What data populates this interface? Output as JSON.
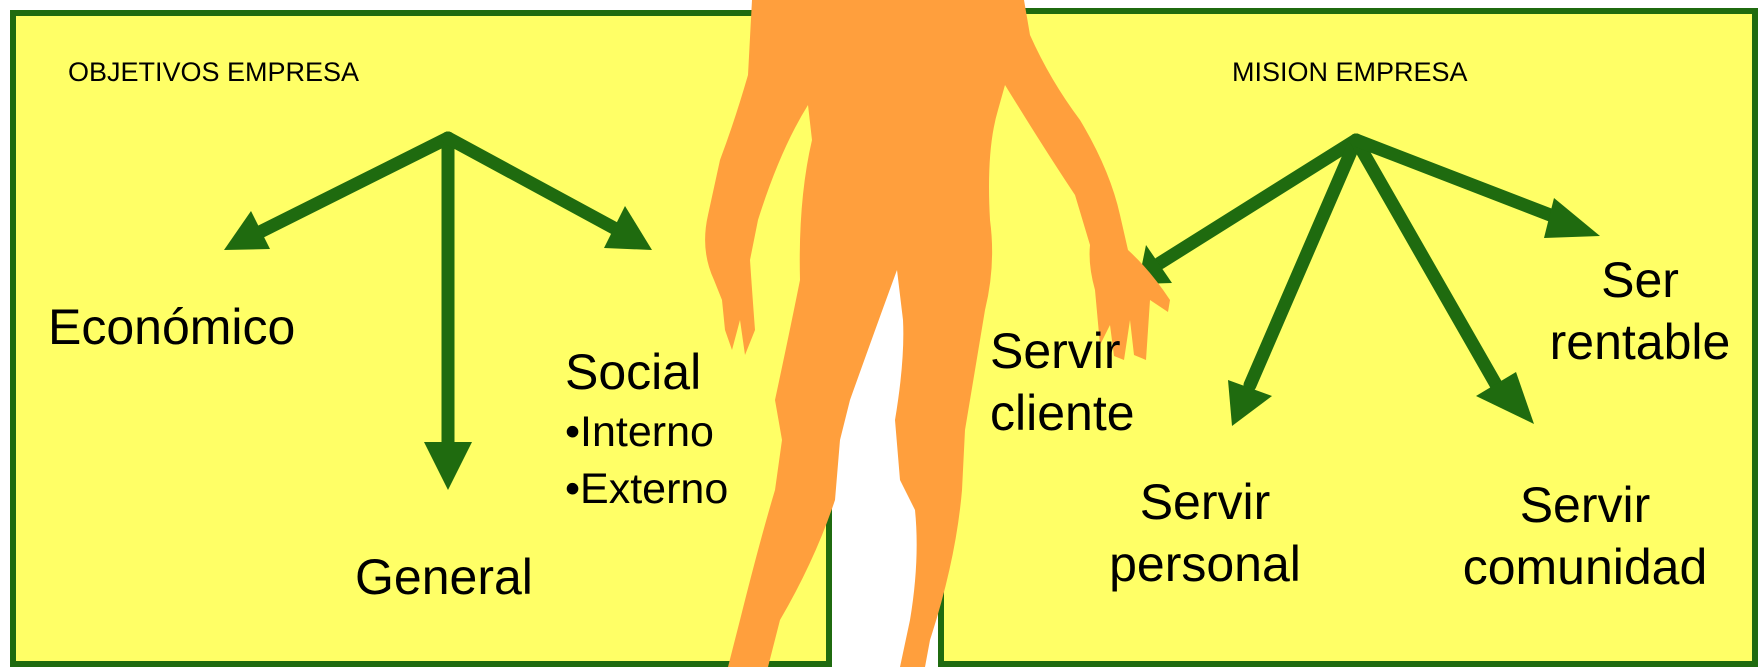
{
  "colors": {
    "panel_fill": "#ffff66",
    "border": "#1f6b0f",
    "arrow": "#1f6b0f",
    "figure": "#ff9f3d"
  },
  "icons": {
    "figure": "human-figure-silhouette"
  },
  "left_panel": {
    "title": "OBJETIVOS EMPRESA",
    "economic": "Económico",
    "general": "General",
    "social": "Social",
    "social_items": [
      "•Interno",
      "•Externo"
    ]
  },
  "right_panel": {
    "title": "MISION EMPRESA",
    "servir_cliente": [
      "Servir",
      "cliente"
    ],
    "ser_rentable": [
      "Ser",
      "rentable"
    ],
    "servir_personal": [
      "Servir",
      "personal"
    ],
    "servir_comunidad": [
      "Servir",
      "comunidad"
    ]
  }
}
